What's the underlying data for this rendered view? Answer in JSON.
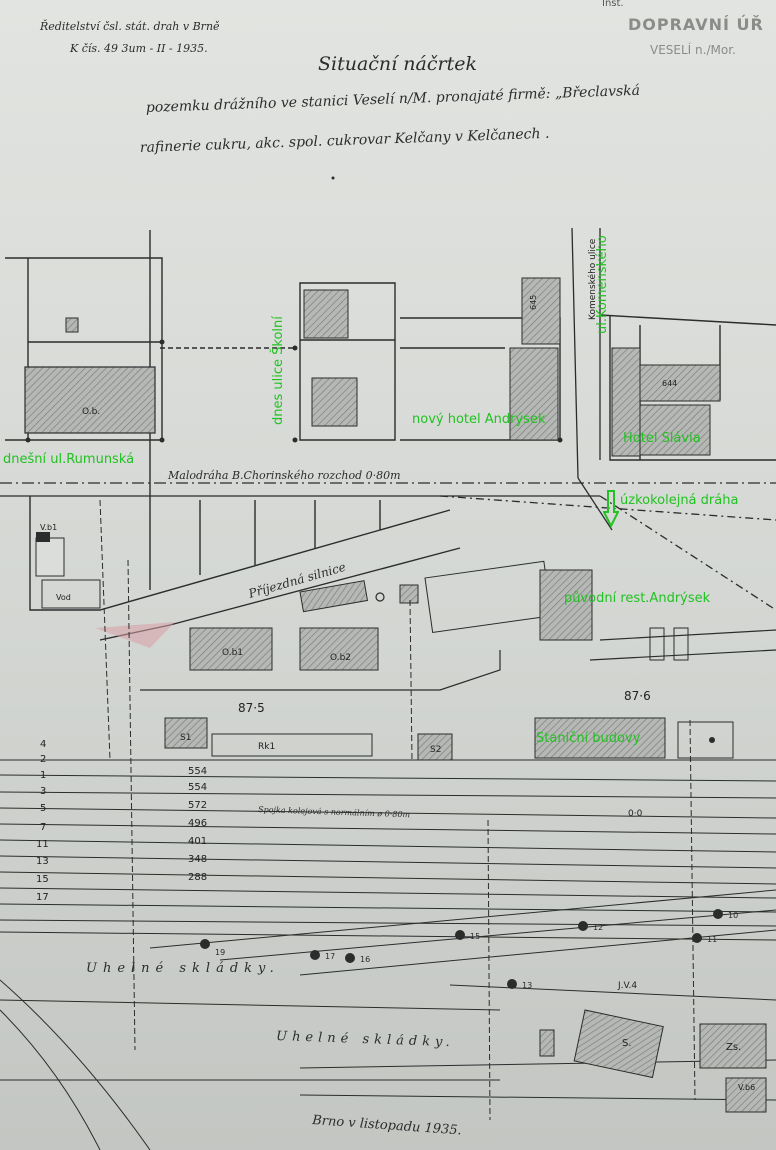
{
  "header": {
    "issuer": "Ředitelství čsl. stát. drah v Brně",
    "reference": "K čís. 49 3um - II - 1935.",
    "stamp_line1": "DOPRAVNÍ ÚŘ",
    "stamp_line2": "VESELÍ n./Mor.",
    "corner_mark": "Inst."
  },
  "title": {
    "main": "Situační náčrtek",
    "line1": "pozemku drážního ve stanici Veselí n/M. pronajaté firmě: „Břeclavská",
    "line2": "rafinerie cukru, akc. spol. cukrovar Kelčany v Kelčanech ."
  },
  "map_labels": {
    "street_komenskeho": "Komenského ulice",
    "narrow_gauge": "Malodráha B.Chorinského rozchod 0·80m",
    "access_road": "Příjezdná silnice",
    "elevation_left": "87·5",
    "elevation_right": "87·6",
    "coal_yard_1": "Uhelné skládky.",
    "coal_yard_2": "Uhelné skládky.",
    "footer": "Brno v listopadu 1935.",
    "track_note": "Spojka kolejová s normálním ø 0·80m",
    "building_ob": "O.b.",
    "building_ob1": "O.b1",
    "building_ob2": "O.b2",
    "building_vb": "V.b1",
    "building_vod": "Vod",
    "building_s": "S.",
    "building_zs": "Zs.",
    "building_s1": "S1",
    "building_s2": "S2",
    "house_644": "644",
    "house_645": "645",
    "rk": "Rk1",
    "vb6": "V.b6",
    "jv4": "J.V.4"
  },
  "track_table": [
    {
      "track": "4",
      "length": ""
    },
    {
      "track": "2",
      "length": "554"
    },
    {
      "track": "1",
      "length": "554"
    },
    {
      "track": "3",
      "length": "572"
    },
    {
      "track": "5",
      "length": "496"
    },
    {
      "track": "7",
      "length": "401"
    },
    {
      "track": "11",
      "length": "348"
    },
    {
      "track": "13",
      "length": "288"
    },
    {
      "track": "15",
      "length": ""
    },
    {
      "track": "17",
      "length": ""
    }
  ],
  "switches": [
    "10",
    "11",
    "12",
    "13",
    "15",
    "16",
    "17",
    "19"
  ],
  "annotations": {
    "dnes_ulice_skolni": "dnes ulice Školní",
    "ul_komenskeho": "ul.Komenského",
    "dnesni_rumunska": "dnešní ul.Rumunská",
    "novy_hotel": "nový hotel Andrýsek",
    "hotel_slavia": "Hotel Slávia",
    "uzkokolejna": "úzkokolejná dráha",
    "puvodni_rest": "původní rest.Andrýsek",
    "stanicni_budovy": "Staniční budovy"
  },
  "colors": {
    "annotation": "#21c221",
    "ink": "#2a2d2c",
    "hatch": "#8d908d"
  }
}
